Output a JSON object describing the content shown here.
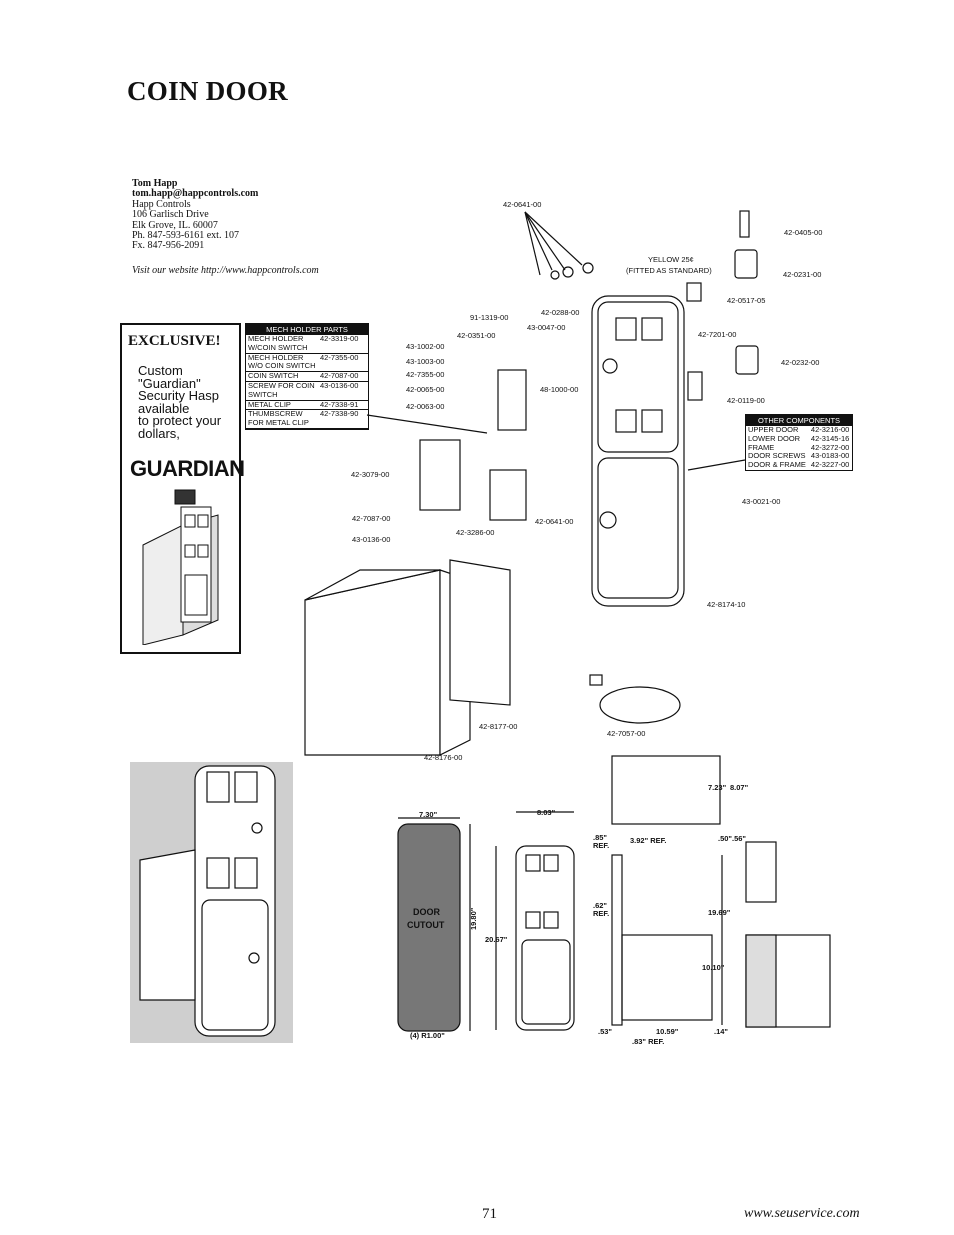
{
  "page": {
    "title": "COIN DOOR",
    "page_number": "71",
    "website": "www.seuservice.com"
  },
  "contact": {
    "lines": [
      "Tom Happ",
      "tom.happ@happcontrols.com",
      "Happ Controls",
      "106 Garlisch Drive",
      "Elk Grove, IL.   60007",
      "Ph. 847-593-6161 ext. 107",
      "Fx. 847-956-2091"
    ],
    "website_note": "Visit our website http://www.happcontrols.com"
  },
  "ad": {
    "exclusive": "EXCLUSIVE!",
    "custom_text": [
      "Custom",
      "\"Guardian\"",
      "Security Hasp",
      "available",
      "to protect your",
      "dollars,"
    ],
    "brand": "GUARDIAN"
  },
  "mech_holder_parts": {
    "header": "MECH HOLDER PARTS",
    "rows": [
      {
        "name": "MECH HOLDER W/COIN SWITCH",
        "part": "42-3319-00"
      },
      {
        "name": "MECH HOLDER W/O COIN SWITCH",
        "part": "42-7355-00"
      },
      {
        "name": "COIN SWITCH",
        "part": "42-7087-00"
      },
      {
        "name": "SCREW FOR COIN SWITCH",
        "part": "43-0136-00"
      },
      {
        "name": "METAL CLIP",
        "part": "42-7338-91"
      },
      {
        "name": "THUMBSCREW FOR METAL CLIP",
        "part": "42-7338-90"
      }
    ]
  },
  "other_components": {
    "header": "OTHER COMPONENTS",
    "rows": [
      {
        "name": "UPPER DOOR",
        "part": "42-3216-00"
      },
      {
        "name": "LOWER DOOR",
        "part": "42-3145-16"
      },
      {
        "name": "FRAME",
        "part": "42-3272-00"
      },
      {
        "name": "DOOR SCREWS",
        "part": "43-0183-00"
      },
      {
        "name": "DOOR & FRAME",
        "part": "42-3227-00"
      }
    ]
  },
  "callouts": {
    "c1": "42-0641-00",
    "c2": "42-0405-00",
    "c3": "42-0231-00",
    "c4": "YELLOW 25¢",
    "c5": "(FITTED AS STANDARD)",
    "c6": "42-0517-05",
    "c7": "42-0288-00",
    "c8": "43-0047-00",
    "c9": "91-1319-00",
    "c10": "42-0351-00",
    "c11": "43-1002-00",
    "c12": "43-1003-00",
    "c13": "42-7355-00",
    "c14": "42-0065-00",
    "c15": "42-0063-00",
    "c16": "48-1000-00",
    "c17": "42-7201-00",
    "c18": "42-0232-00",
    "c19": "42-0119-00",
    "c20": "42-3079-00",
    "c21": "42-7087-00",
    "c22": "42-3286-00",
    "c23": "43-0136-00",
    "c24": "42-0641-00",
    "c25": "43-0021-00",
    "c26": "42-8174-10",
    "c27": "42-8177-00",
    "c28": "42-8176-00",
    "c29": "42-7057-00"
  },
  "dimensions": {
    "d1": "7.30\"",
    "d2": "8.03\"",
    "door_cutout": [
      "DOOR",
      "CUTOUT"
    ],
    "d3": "19.80\"",
    "d4": "20.67\"",
    "d5": "(4) R1.00\"",
    "d6": "7.23\"",
    "d7": "8.07\"",
    "d8": ".85\"",
    "d9": "REF.",
    "d10": "3.92\" REF.",
    "d11": ".50\"",
    "d12": ".56\"",
    "d13": ".62\"",
    "d14": "REF.",
    "d15": "19.69\"",
    "d16": "10.10\"",
    "d17": ".53\"",
    "d18": "10.59\"",
    "d19": ".14\"",
    "d20": ".83\" REF."
  }
}
